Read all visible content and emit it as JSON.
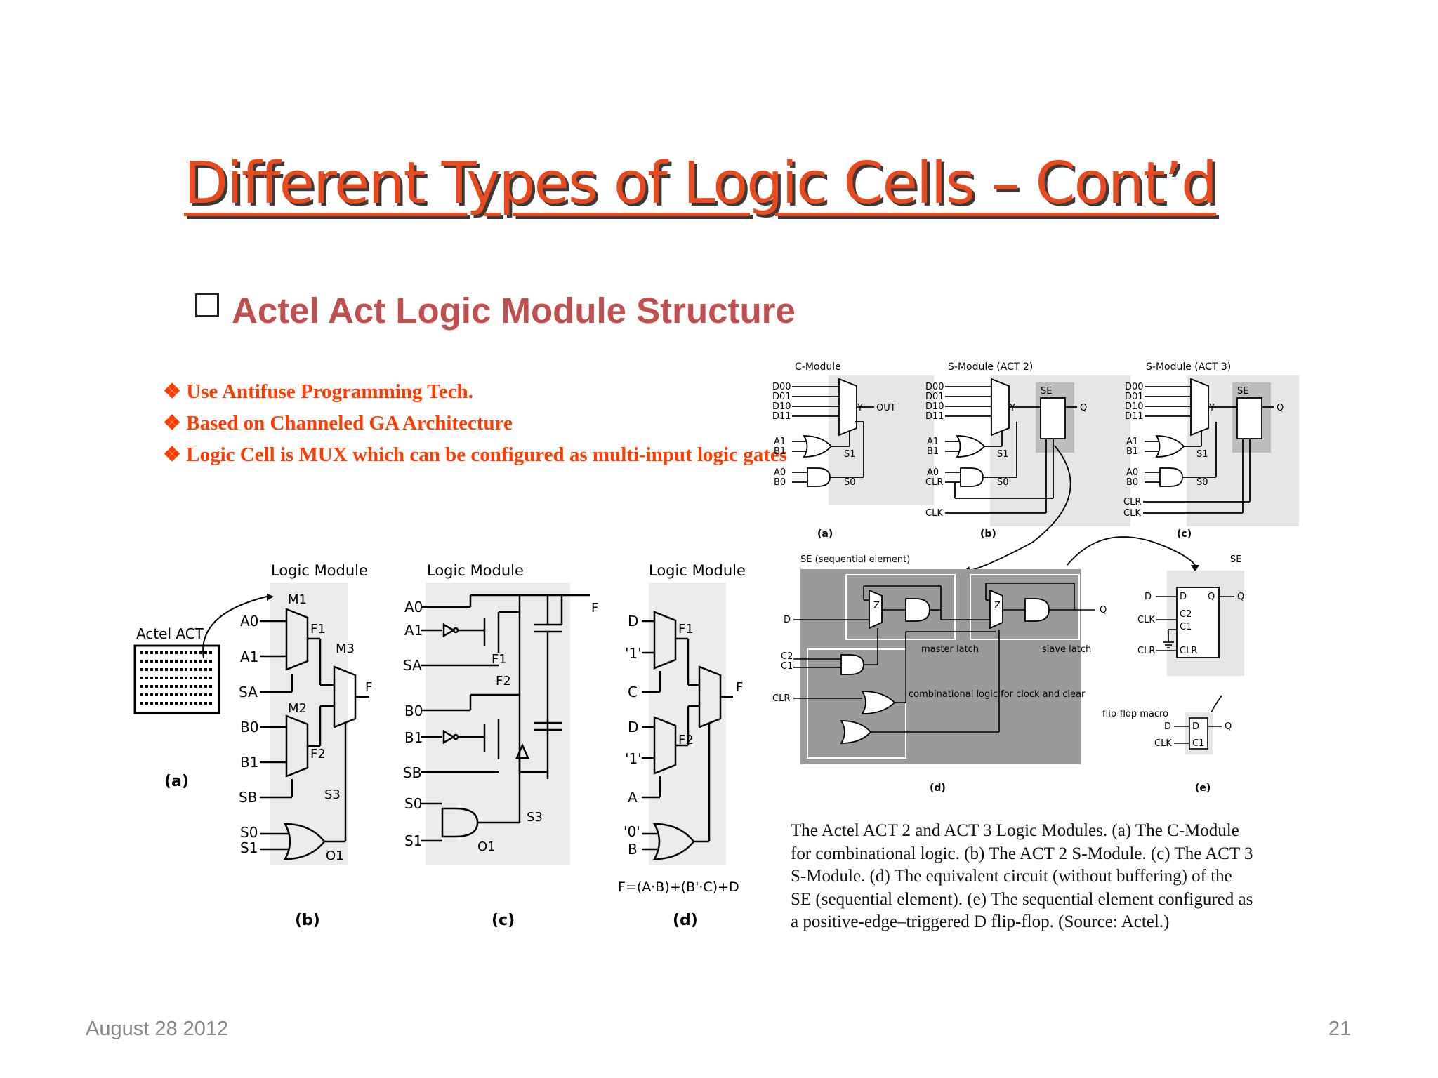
{
  "slide": {
    "title": "Different Types of Logic Cells – Cont’d",
    "subtitle": "Actel Act Logic Module Structure",
    "bullets": [
      "❖ Use Antifuse Programming Tech.",
      "❖ Based on Channeled GA Architecture",
      "❖ Logic Cell is MUX which can be configured as multi-input logic gates"
    ],
    "footer_date": "August 28 2012",
    "page_number": "21"
  },
  "left_figure": {
    "actel_label": "Actel ACT",
    "logic_module_label": "Logic Module",
    "panel_labels": [
      "(a)",
      "(b)",
      "(c)",
      "(d)"
    ],
    "b_inputs": [
      "A0",
      "A1",
      "SA",
      "B0",
      "B1",
      "SB",
      "S0",
      "S1"
    ],
    "b_internal": [
      "M1",
      "F1",
      "M3",
      "M2",
      "F2",
      "S3",
      "O1",
      "F"
    ],
    "c_inputs": [
      "A0",
      "A1",
      "SA",
      "B0",
      "B1",
      "SB",
      "S0",
      "S1"
    ],
    "c_internal": [
      "F1",
      "F2",
      "S3",
      "O1",
      "F"
    ],
    "d_inputs": [
      "D",
      "'1'",
      "C",
      "D",
      "'1'",
      "A",
      "'0'",
      "B"
    ],
    "d_internal": [
      "F1",
      "F2",
      "F"
    ],
    "d_equation": "F=(A·B)+(B'·C)+D"
  },
  "right_figure": {
    "module_titles": [
      "C-Module",
      "S-Module (ACT 2)",
      "S-Module (ACT 3)"
    ],
    "mux_inputs": [
      "D00",
      "D01",
      "D10",
      "D11"
    ],
    "panel_labels": [
      "(a)",
      "(b)",
      "(c)",
      "(d)",
      "(e)"
    ],
    "se_title": "SE (sequential element)",
    "se_label": "SE",
    "master_latch": "master latch",
    "slave_latch": "slave latch",
    "combinational": "combinational logic for clock and clear",
    "flip_flop_macro": "flip-flop macro",
    "pins": {
      "out": "OUT",
      "y": "Y",
      "q": "Q",
      "d": "D",
      "clk": "CLK",
      "clr": "CLR",
      "c1": "C1",
      "c2": "C2",
      "s0": "S0",
      "s1": "S1",
      "a0": "A0",
      "a1": "A1",
      "b0": "B0",
      "b1": "B1",
      "z": "Z"
    }
  },
  "caption": "The Actel ACT 2 and ACT 3 Logic Modules. (a) The C-Module for combinational logic. (b) The ACT 2 S-Module. (c) The ACT 3 S-Module. (d) The equivalent circuit (without buffering) of the SE (sequential element). (e) The sequential element configured as a positive-edge–triggered D flip-flop. (Source: Actel.)"
}
